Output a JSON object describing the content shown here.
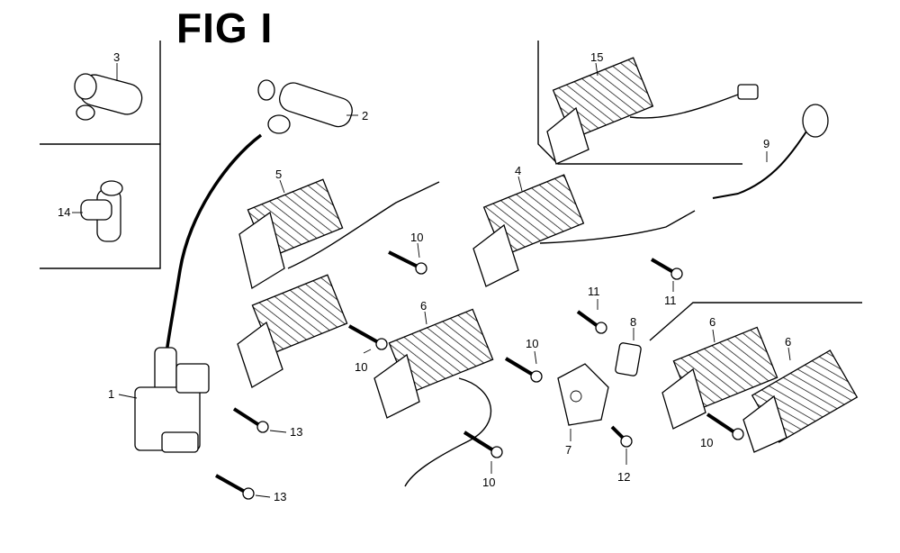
{
  "figure": {
    "title": "FIG I",
    "callouts": [
      {
        "id": "c1",
        "label": "1"
      },
      {
        "id": "c2",
        "label": "2"
      },
      {
        "id": "c3",
        "label": "3"
      },
      {
        "id": "c4",
        "label": "4"
      },
      {
        "id": "c5",
        "label": "5"
      },
      {
        "id": "c6a",
        "label": "6"
      },
      {
        "id": "c6b",
        "label": "6"
      },
      {
        "id": "c6c",
        "label": "6"
      },
      {
        "id": "c7",
        "label": "7"
      },
      {
        "id": "c8",
        "label": "8"
      },
      {
        "id": "c9",
        "label": "9"
      },
      {
        "id": "c10a",
        "label": "10"
      },
      {
        "id": "c10b",
        "label": "10"
      },
      {
        "id": "c10c",
        "label": "10"
      },
      {
        "id": "c10d",
        "label": "10"
      },
      {
        "id": "c10e",
        "label": "10"
      },
      {
        "id": "c11a",
        "label": "11"
      },
      {
        "id": "c11b",
        "label": "11"
      },
      {
        "id": "c12",
        "label": "12"
      },
      {
        "id": "c13a",
        "label": "13"
      },
      {
        "id": "c13b",
        "label": "13"
      },
      {
        "id": "c14",
        "label": "14"
      },
      {
        "id": "c15",
        "label": "15"
      }
    ]
  }
}
